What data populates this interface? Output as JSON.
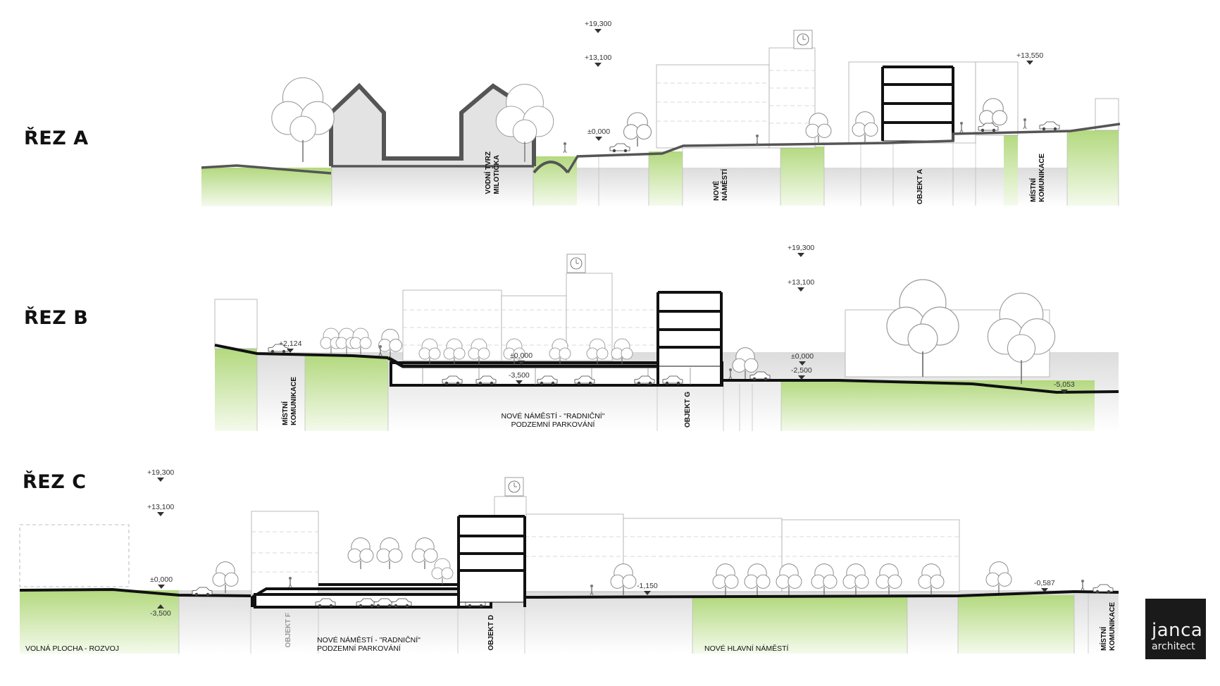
{
  "sections": [
    {
      "id": "a",
      "title": "ŘEZ A",
      "elevations": [
        "+19,300",
        "+13,100",
        "±0,000",
        "+13,550"
      ],
      "labels": [
        "VODNÍ TVRZ\nMILOTIČKA",
        "NOVÉ\nNÁMĚSTÍ",
        "OBJEKT A",
        "MÍSTNÍ\nKOMUNIKACE"
      ]
    },
    {
      "id": "b",
      "title": "ŘEZ B",
      "elevations": [
        "+19,300",
        "+13,100",
        "+2,124",
        "±0,000",
        "-3,500",
        "±0,000",
        "-2,500",
        "-5,053"
      ],
      "labels": [
        "MÍSTNÍ\nKOMUNIKACE",
        "NOVÉ NÁMĚSTÍ - \"RADNIČNÍ\"\nPODZEMNÍ PARKOVÁNÍ",
        "OBJEKT G"
      ]
    },
    {
      "id": "c",
      "title": "ŘEZ C",
      "elevations": [
        "+19,300",
        "+13,100",
        "±0,000",
        "-3,500",
        "-1,150",
        "-0,587"
      ],
      "labels": [
        "VOLNÁ PLOCHA - ROZVOJ",
        "OBJEKT F",
        "NOVÉ NÁMĚSTÍ - \"RADNIČNÍ\"\nPODZEMNÍ PARKOVÁNÍ",
        "OBJEKT D",
        "NOVÉ HLAVNÍ NÁMĚSTÍ",
        "MÍSTNÍ\nKOMUNIKACE"
      ]
    }
  ],
  "logo": {
    "line1": "janca",
    "line2": "architect"
  },
  "colors": {
    "grass": "#b9dd8a",
    "ground": "#e6e6e6",
    "line": "#111111",
    "thin": "#9a9a9a"
  }
}
